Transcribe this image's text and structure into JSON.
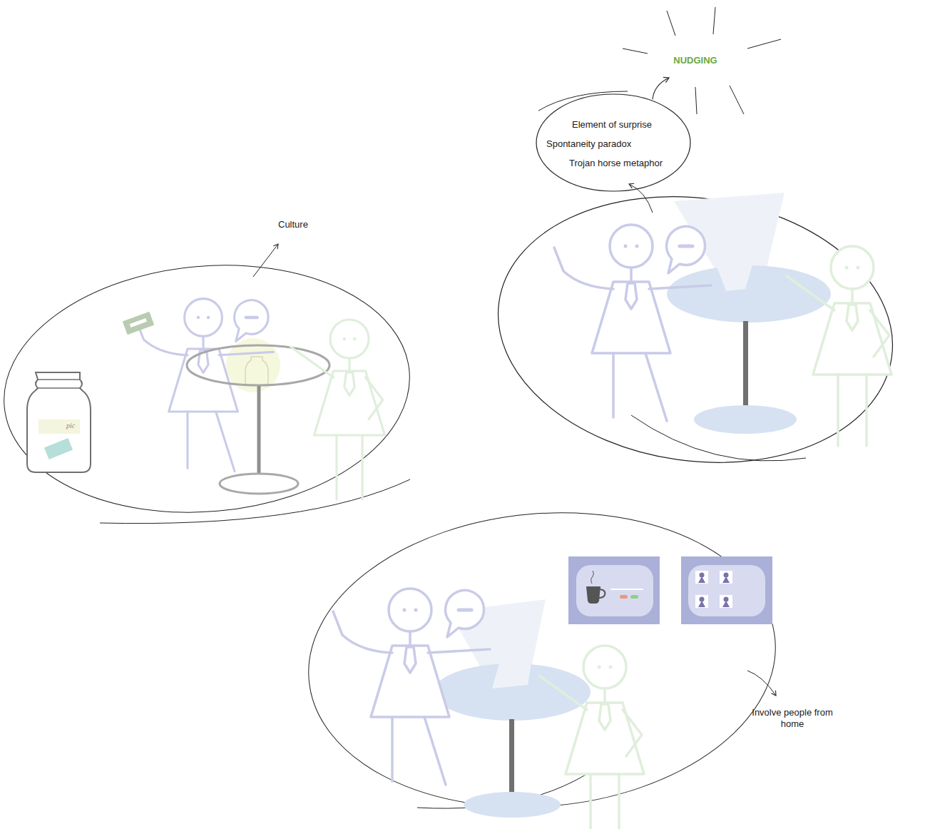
{
  "diagram": {
    "nodes": [
      {
        "text": [
          "Element of surprise",
          "Spontaneity paradox",
          "Trojan horse metaphor"
        ]
      },
      {
        "text": [
          "NUDGING"
        ]
      }
    ],
    "edges": [
      {
        "from": 0,
        "to": 1,
        "arrow": "to"
      }
    ],
    "labels": [
      "Culture",
      "Involve people from home",
      "pic"
    ]
  }
}
